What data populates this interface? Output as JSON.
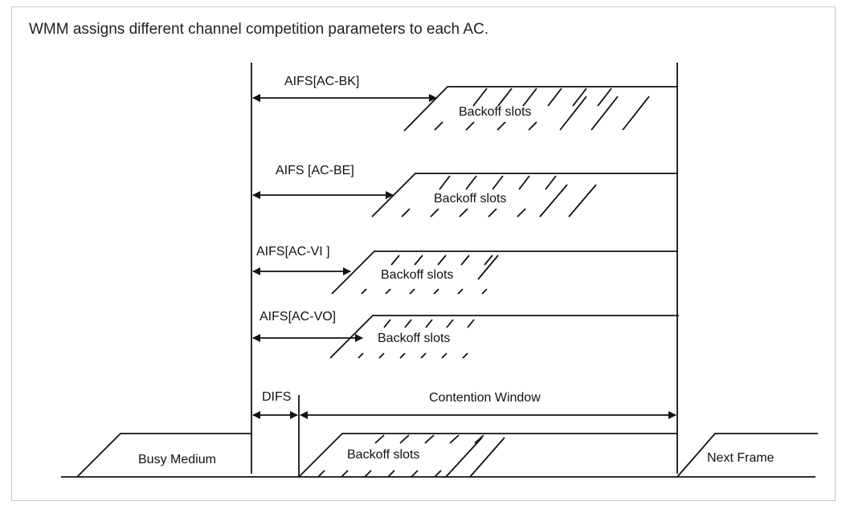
{
  "caption": "WMM assigns different channel competition parameters to each AC.",
  "rows": [
    {
      "aifs_label": "AIFS[AC-BK]",
      "backoff_label": "Backoff slots"
    },
    {
      "aifs_label": "AIFS [AC-BE]",
      "backoff_label": "Backoff slots"
    },
    {
      "aifs_label": "AIFS[AC-VI ]",
      "backoff_label": "Backoff slots"
    },
    {
      "aifs_label": "AIFS[AC-VO]",
      "backoff_label": "Backoff slots"
    }
  ],
  "bottom": {
    "difs_label": "DIFS",
    "contention_window_label": "Contention Window",
    "busy_medium_label": "Busy Medium",
    "backoff_label": "Backoff slots",
    "next_frame_label": "Next Frame"
  }
}
